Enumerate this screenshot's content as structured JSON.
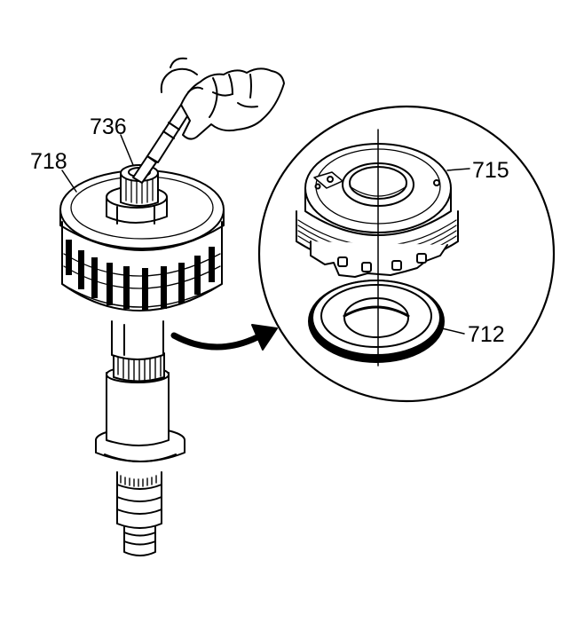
{
  "callouts": {
    "part_736": "736",
    "part_718": "718",
    "part_715": "715",
    "part_712": "712"
  },
  "colors": {
    "line": "#000000",
    "background": "#ffffff"
  }
}
